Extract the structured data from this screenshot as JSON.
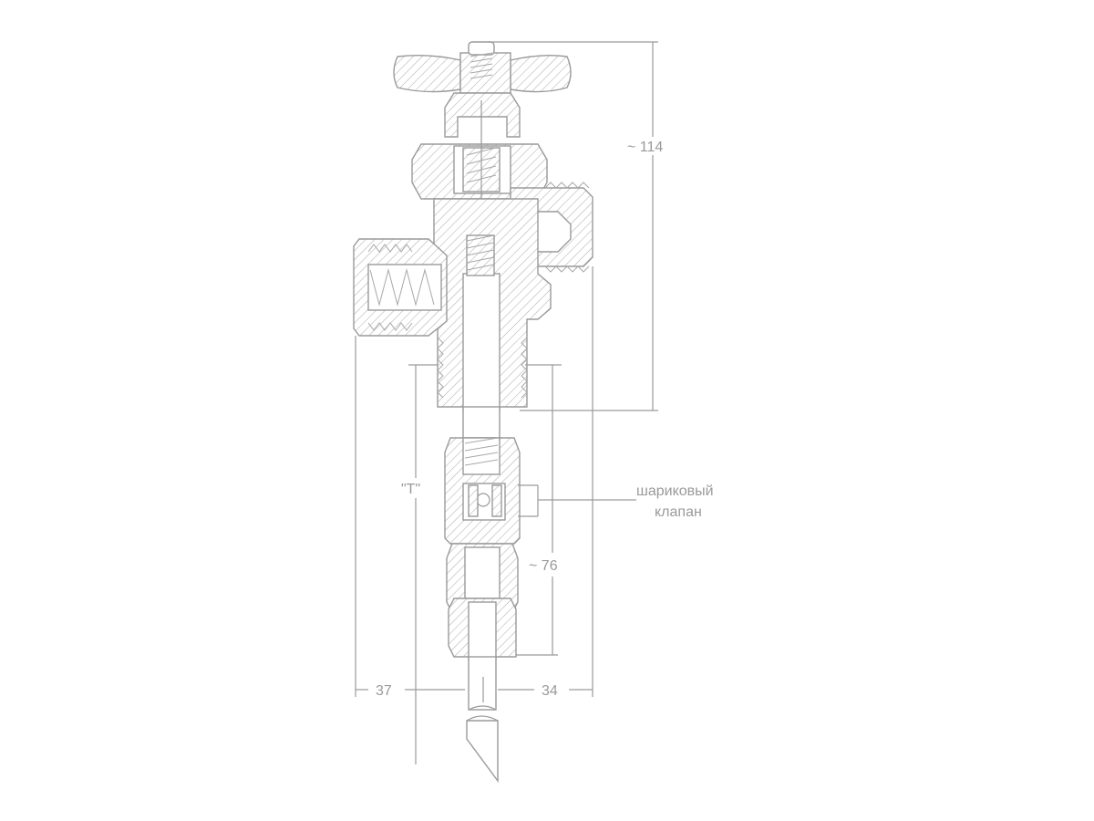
{
  "dimensions": {
    "overall_height": "~ 114",
    "lower_length": "~ 76",
    "connection_length": "\"T\"",
    "left_offset": "37",
    "right_offset": "34"
  },
  "annotations": {
    "ball_valve_line1": "шариковый",
    "ball_valve_line2": "клапан"
  }
}
